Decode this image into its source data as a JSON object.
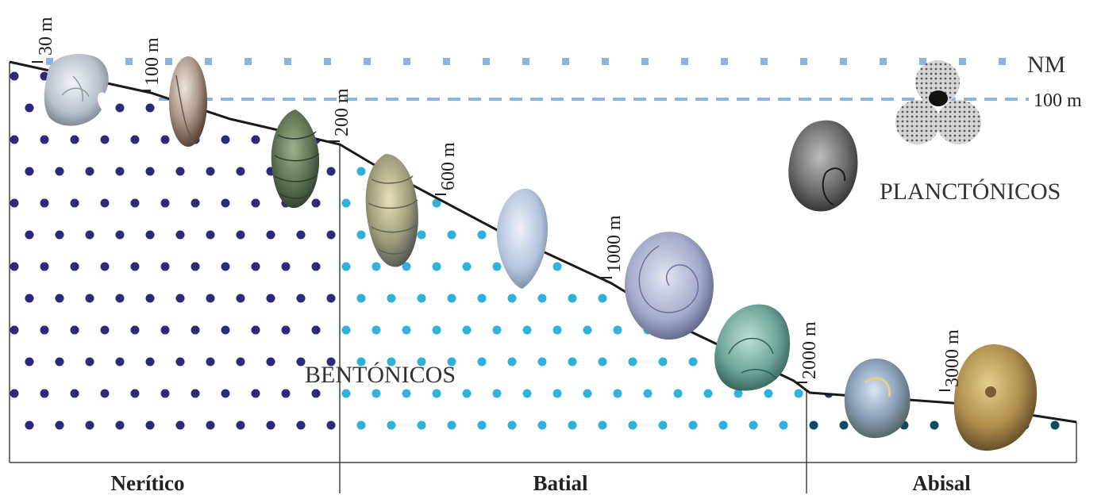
{
  "diagram": {
    "sea_level_label": "NM",
    "photic_depth_label": "100 m",
    "planktonic_label": "PLANCTÓNICOS",
    "benthic_label": "BENTÓNICOS",
    "depth_markers": [
      "30 m",
      "100 m",
      "200 m",
      "600 m",
      "1000 m",
      "2000 m",
      "3000 m"
    ],
    "zones": [
      "Nerítico",
      "Batial",
      "Abisal"
    ],
    "colors": {
      "seafloor_line": "#1a1a1a",
      "sea_level_dots": "#8fb3dc",
      "neritic_dots": "#2e2a7a",
      "bathyal_dots": "#2fb1d9",
      "abyssal_dots": "#0e4a62",
      "boundary_lines": "#444444"
    },
    "specimens": [
      "neritic-foraminifer-1",
      "neritic-foraminifer-2",
      "neritic-foraminifer-3",
      "bathyal-foraminifer-1",
      "bathyal-foraminifer-2",
      "bathyal-foraminifer-3",
      "bathyal-foraminifer-4",
      "abyssal-foraminifer-1",
      "abyssal-foraminifer-2",
      "planktonic-foraminifer-1",
      "planktonic-foraminifer-2"
    ]
  }
}
